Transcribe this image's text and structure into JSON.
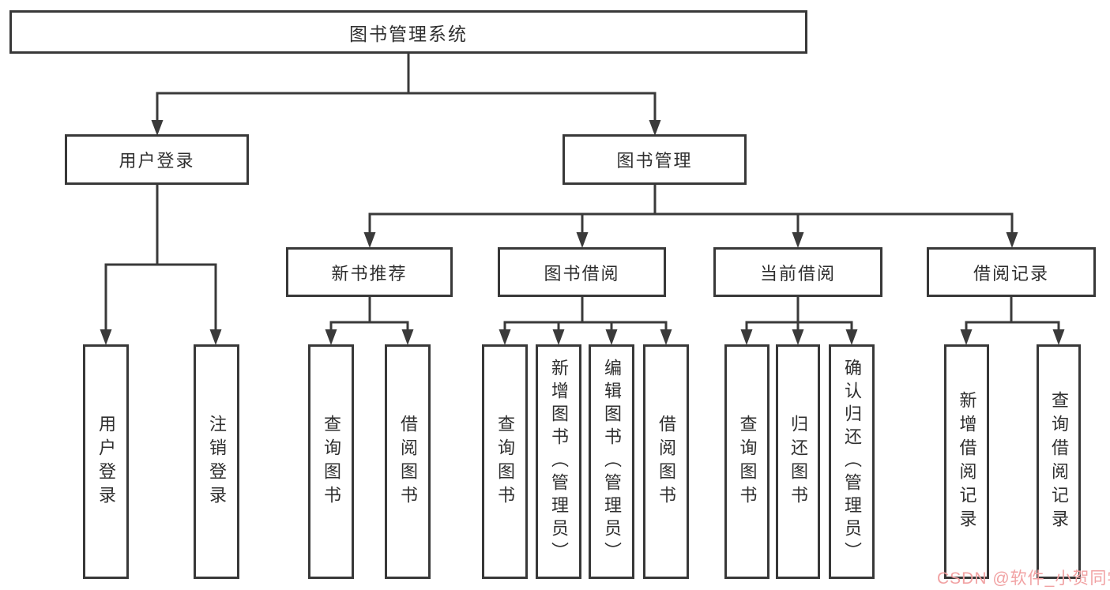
{
  "diagram": {
    "root": {
      "label": "图书管理系统"
    },
    "user_login": {
      "label": "用户登录",
      "children": {
        "login": {
          "label": "用户登录"
        },
        "logout": {
          "label": "注销登录"
        }
      }
    },
    "book_management": {
      "label": "图书管理",
      "modules": {
        "new_book_recommend": {
          "label": "新书推荐",
          "children": {
            "query_books": {
              "label": "查询图书"
            },
            "borrow_books": {
              "label": "借阅图书"
            }
          }
        },
        "book_borrowing": {
          "label": "图书借阅",
          "children": {
            "query_books": {
              "label": "查询图书"
            },
            "add_books": {
              "label": "新增图书（管理员）"
            },
            "edit_books": {
              "label": "编辑图书（管理员）"
            },
            "borrow_books": {
              "label": "借阅图书"
            }
          }
        },
        "current_borrowing": {
          "label": "当前借阅",
          "children": {
            "query_books": {
              "label": "查询图书"
            },
            "return_books": {
              "label": "归还图书"
            },
            "confirm_return": {
              "label": "确认归还（管理员）"
            }
          }
        },
        "borrowing_records": {
          "label": "借阅记录",
          "children": {
            "add_record": {
              "label": "新增借阅记录"
            },
            "query_record": {
              "label": "查询借阅记录"
            }
          }
        }
      }
    }
  },
  "watermark": {
    "text": "CSDN @软件_小贺同学",
    "color": "#F1A2A3"
  },
  "colors": {
    "background": "#FFFFFF",
    "line": "#3A3A3A",
    "box_border": "#383838",
    "box_fill": "#FFFFFF",
    "text": "#2F2F2F"
  }
}
